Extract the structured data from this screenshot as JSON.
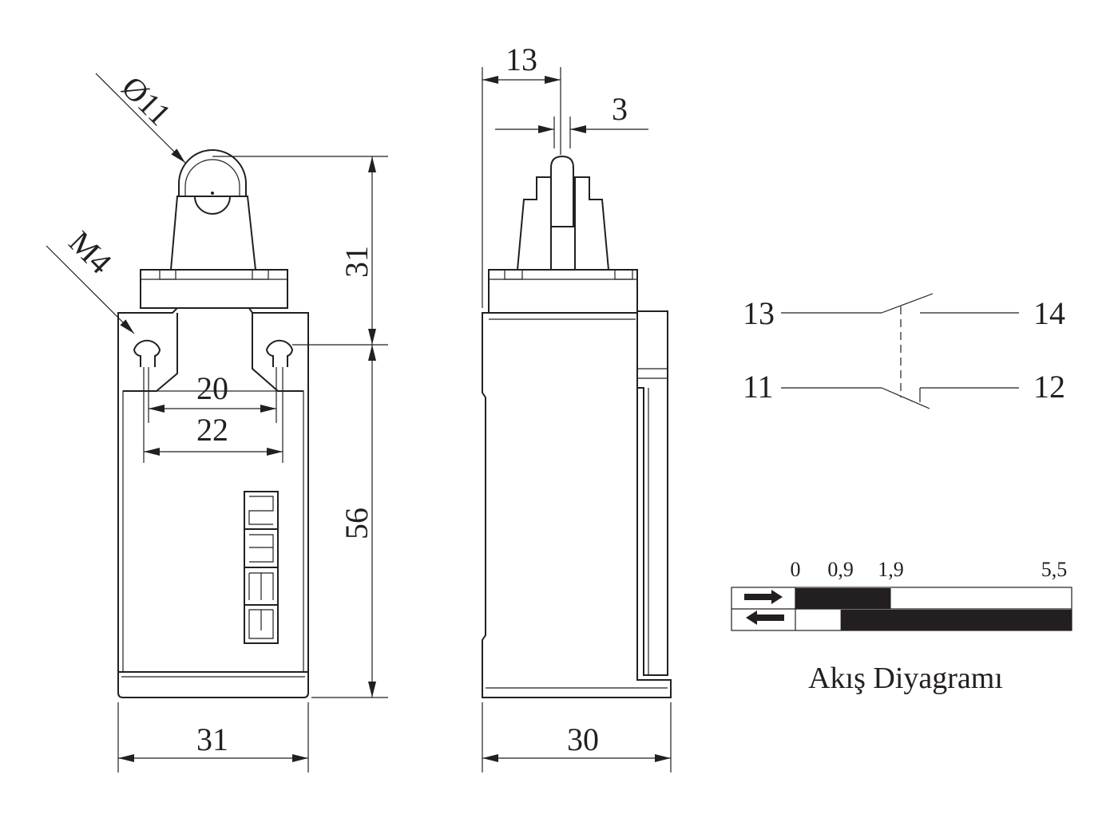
{
  "front_view": {
    "dim_width": "31",
    "dim_height_upper": "31",
    "dim_height_lower": "56",
    "dim_hole_inner": "20",
    "dim_hole_outer": "22",
    "dim_roller": "Ø11",
    "dim_thread": "M4",
    "logo_text": "EMAS"
  },
  "side_view": {
    "dim_width": "30",
    "dim_offset": "13",
    "dim_roller_width": "3"
  },
  "contact_diagram": {
    "no_left": "13",
    "no_right": "14",
    "nc_left": "11",
    "nc_right": "12"
  },
  "flow_diagram": {
    "title": "Akış Diyagramı",
    "ticks": [
      "0",
      "0,9",
      "1,9",
      "5,5"
    ],
    "rows": [
      {
        "direction": "forward",
        "closed_from": 0,
        "closed_to": 1.9
      },
      {
        "direction": "return",
        "closed_from": 0.9,
        "closed_to": 5.5
      }
    ],
    "max": 5.5,
    "fill_color": "#231f20"
  }
}
